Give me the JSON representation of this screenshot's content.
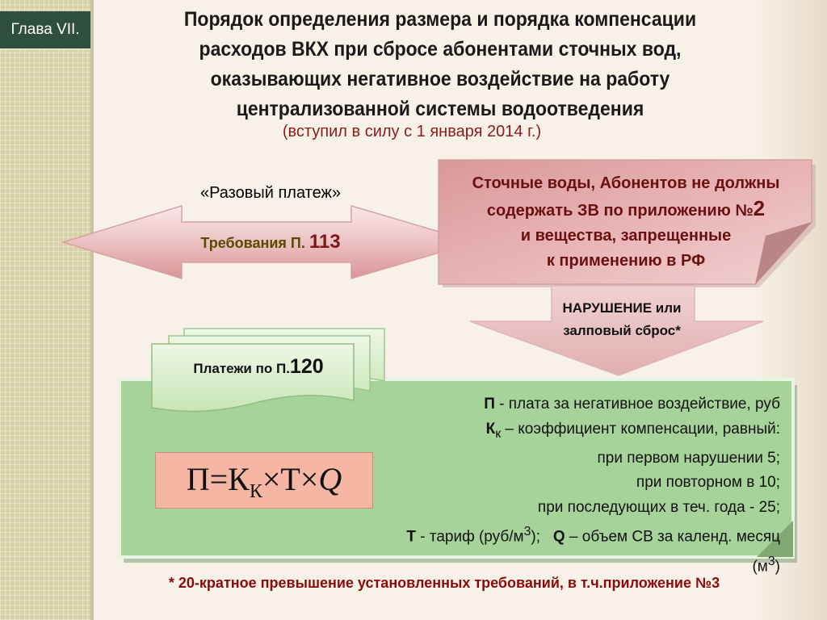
{
  "chapter": "Глава VII.",
  "title": {
    "line1": "Порядок определения размера и порядка компенсации",
    "line2": "расходов ВКХ  при сбросе абонентами сточных вод,",
    "line3": "оказывающих негативное  воздействие на работу",
    "line4": "централизованной системы водоотведения"
  },
  "subtitle": "(вступил в силу с 1 января 2014 г.)",
  "one_time_payment": "«Разовый платеж»",
  "requirements": {
    "label": "Требования П.",
    "number": "113"
  },
  "wastewater": {
    "line1": "Сточные воды, Абонентов не должны",
    "line2a": "содержать ЗВ по приложению  №",
    "line2b": "2",
    "line3": "и вещества, запрещенные",
    "line4": "к применению в РФ"
  },
  "violation": {
    "line1": "НАРУШЕНИЕ или",
    "line2": "залповый сброс*"
  },
  "payments": {
    "label": "Платежи по П.",
    "number": "120"
  },
  "formula": {
    "p": "П",
    "eq": "=",
    "k": "К",
    "k_sub": "К",
    "times1": "×",
    "t": "Т",
    "times2": "×",
    "q": "Q"
  },
  "legend": {
    "p_sym": "П",
    "p_text": " - плата за негативное  воздействие, руб",
    "k_sym": "К",
    "k_sub": "к",
    "k_text": " – коэффициент компенсации, равный:",
    "first": "при первом нарушении 5;",
    "second": "при повторном в 10;",
    "subsequent": "при последующих в теч. года - 25;",
    "t_sym": "Т",
    "t_text": " - тариф (руб/м",
    "t_sup": "3",
    "t_end": ");   ",
    "q_sym": "Q",
    "q_text": " – объем  СВ за календ. месяц (м",
    "q_sup": "3",
    "q_end": ")"
  },
  "footnote": "* 20-кратное превышение  установленных требований, в т.ч.приложение №3",
  "colors": {
    "accent_red": "#8b1a1a",
    "green_panel": "#a6d39a",
    "pink_shape": "#e6aeb0"
  }
}
